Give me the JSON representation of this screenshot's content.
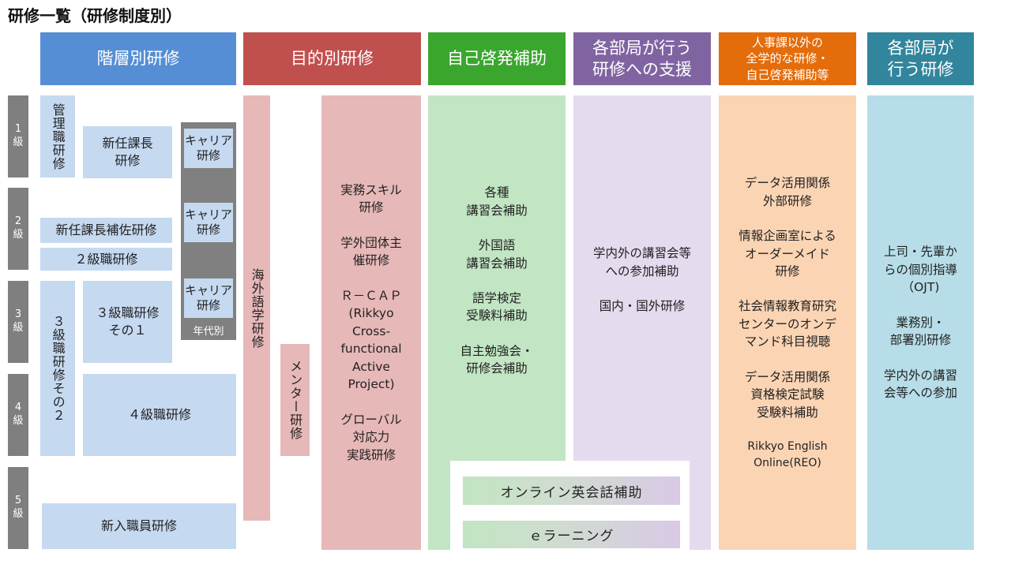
{
  "title": "研修一覧（研修制度別）",
  "colors": {
    "hierarchical": "#558ed5",
    "purpose": "#c0504d",
    "self_dev": "#3aa62e",
    "dept_support": "#8064a2",
    "hr_other": "#e46c0a",
    "dept_own": "#31859c",
    "level_bar": "#7f7f7f"
  },
  "headers": {
    "hierarchical": "階層別研修",
    "purpose": "目的別研修",
    "self_dev": "自己啓発補助",
    "dept_support_1": "各部局が行う",
    "dept_support_2": "研修への支援",
    "hr_other_1": "人事課以外の",
    "hr_other_2": "全学的な研修・",
    "hr_other_3": "自己啓発補助等",
    "dept_own_1": "各部局が",
    "dept_own_2": "行う研修"
  },
  "levels": [
    {
      "num": "1",
      "label": "級"
    },
    {
      "num": "2",
      "label": "級"
    },
    {
      "num": "3",
      "label": "級"
    },
    {
      "num": "4",
      "label": "級"
    },
    {
      "num": "5",
      "label": "級"
    }
  ],
  "hierarchy": {
    "management": "管理職研修",
    "new_manager_1": "新任課長",
    "new_manager_2": "研修",
    "new_assistant": "新任課長補佐研修",
    "grade2": "２級職研修",
    "grade3_part1_1": "３級職研修",
    "grade3_part1_2": "その１",
    "grade3_part2": "３級職研修その２",
    "grade4": "４級職研修",
    "newcomer": "新入職員研修",
    "career": [
      {
        "l1": "キャリア",
        "l2": "研修"
      },
      {
        "l1": "キャリア",
        "l2": "研修"
      },
      {
        "l1": "キャリア",
        "l2": "研修"
      }
    ],
    "age_group": "年代別"
  },
  "purpose": {
    "language": "海外語学研修",
    "mentor": "メンター研修",
    "items": [
      "実務スキル",
      "研修",
      "学外団体主",
      "催研修",
      "Ｒ－ＣＡＰ",
      "(Rikkyo",
      "Cross-",
      "functional",
      "Active",
      "Project)",
      "グローバル",
      "対応力",
      "実践研修"
    ]
  },
  "self_dev": {
    "items": [
      "各種",
      "講習会補助",
      "外国語",
      "講習会補助",
      "語学検定",
      "受験料補助",
      "自主勉強会・",
      "研修会補助"
    ],
    "online_english": "オンライン英会話補助",
    "elearning": "ｅラーニング"
  },
  "dept_support": {
    "items": [
      "学内外の講習会等",
      "への参加補助",
      "国内・国外研修"
    ]
  },
  "hr_other": {
    "items": [
      "データ活用関係",
      "外部研修",
      "情報企画室による",
      "オーダーメイド",
      "研修",
      "社会情報教育研究",
      "センターのオンデ",
      "マンド科目視聴",
      "データ活用関係",
      "資格検定試験",
      "受験料補助",
      "Rikkyo English",
      "Online(REO)"
    ]
  },
  "dept_own": {
    "items": [
      "上司・先輩か",
      "らの個別指導",
      "（OJT)",
      "業務別・",
      "部署別研修",
      "学内外の講習",
      "会等への参加"
    ]
  }
}
